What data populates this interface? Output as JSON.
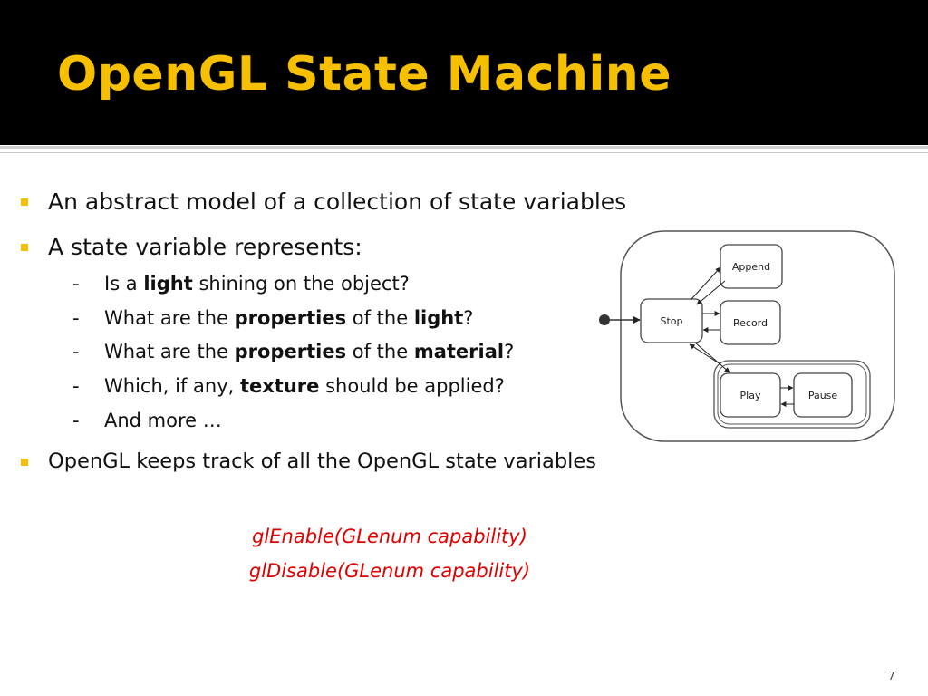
{
  "slide": {
    "title": "OpenGL State Machine",
    "page_number": "7",
    "accent_color": "#f6c000",
    "header_color": "#000000",
    "code_color": "#e00000"
  },
  "bullets": [
    {
      "text": "An abstract model of a collection of state variables"
    },
    {
      "text": "A state variable represents:"
    },
    {
      "text": "OpenGL keeps track of all the OpenGL state variables"
    }
  ],
  "sub_items": [
    {
      "dash": "-",
      "parts": [
        {
          "t": "Is a ",
          "b": false
        },
        {
          "t": "light",
          "b": true
        },
        {
          "t": " shining on the object?",
          "b": false
        }
      ]
    },
    {
      "dash": "-",
      "parts": [
        {
          "t": "What are the ",
          "b": false
        },
        {
          "t": "properties",
          "b": true
        },
        {
          "t": " of the ",
          "b": false
        },
        {
          "t": "light",
          "b": true
        },
        {
          "t": "?",
          "b": false
        }
      ]
    },
    {
      "dash": "-",
      "parts": [
        {
          "t": "What are the ",
          "b": false
        },
        {
          "t": "properties",
          "b": true
        },
        {
          "t": " of the ",
          "b": false
        },
        {
          "t": "material",
          "b": true
        },
        {
          "t": "?",
          "b": false
        }
      ]
    },
    {
      "dash": "-",
      "parts": [
        {
          "t": "Which, if any, ",
          "b": false
        },
        {
          "t": "texture",
          "b": true
        },
        {
          "t": " should be applied?",
          "b": false
        }
      ]
    },
    {
      "dash": "-",
      "parts": [
        {
          "t": "And more …",
          "b": false
        }
      ]
    }
  ],
  "code_lines": [
    "glEnable(GLenum capability)",
    "glDisable(GLenum capability)"
  ],
  "diagram": {
    "states": {
      "stop": "Stop",
      "append": "Append",
      "record": "Record",
      "play": "Play",
      "pause": "Pause"
    }
  }
}
